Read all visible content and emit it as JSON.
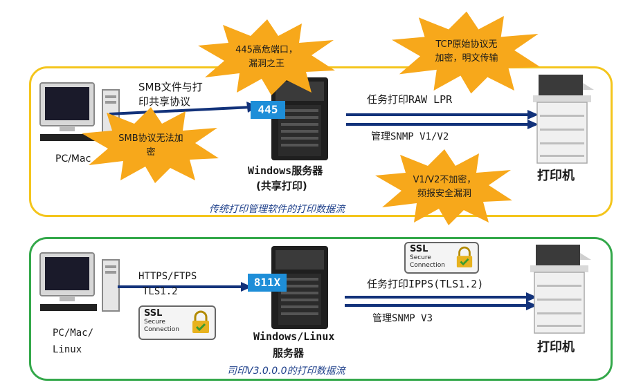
{
  "top": {
    "pc_label": "PC/Mac",
    "smb_label_line1": "SMB文件与打",
    "smb_label_line2": "印共享协议",
    "badge": "445",
    "server_label_line1": "Windows服务器",
    "server_label_line2": "(共享打印)",
    "raw_label": "任务打印RAW LPR",
    "snmp_label": "管理SNMP V1/V2",
    "printer_label": "打印机",
    "caption": "传统打印管理软件的打印数据流",
    "bursts": {
      "port": [
        "445高危端口，",
        "漏洞之王"
      ],
      "tcp": [
        "TCP原始协议无",
        "加密，明文传输"
      ],
      "smb": [
        "SMB协议无法加",
        "密"
      ],
      "snmp": [
        "V1/V2不加密，",
        "频报安全漏洞"
      ]
    }
  },
  "bottom": {
    "pc_label_line1": "PC/Mac/",
    "pc_label_line2": "Linux",
    "https_label_line1": "HTTPS/FTPS",
    "https_label_line2": "TLS1.2",
    "badge": "811X",
    "server_label_line1": "Windows/Linux",
    "server_label_line2": "服务器",
    "ipps_label": "任务打印IPPS(TLS1.2)",
    "snmp_label": "管理SNMP V3",
    "printer_label": "打印机",
    "caption": "司印V3.0.0.0的打印数据流",
    "ssl": {
      "line1": "SSL",
      "line2": "Secure",
      "line3": "Connection"
    }
  },
  "colors": {
    "top_border": "#f4c51c",
    "bottom_border": "#33a84a",
    "arrow": "#12327a",
    "burst": "#f7a81b",
    "badge": "#1e8ed8"
  }
}
